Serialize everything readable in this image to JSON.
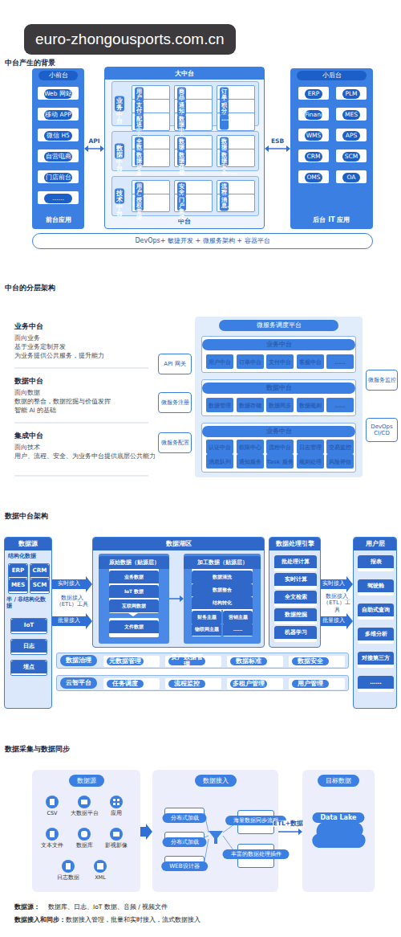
{
  "diagram": {
    "nodes": [
      {
        "text": [
          "小前台",
          "前台应用"
        ]
      },
      {
        "text": [
          "Web 网站"
        ],
        "in": 0
      },
      {
        "text": [
          "移动 APP"
        ],
        "in": 0
      },
      {
        "text": [
          "微信 H5"
        ],
        "in": 0
      },
      {
        "text": [
          "自营电商"
        ],
        "in": 0
      },
      {
        "text": [
          "门店前台"
        ],
        "in": 0
      },
      {
        "text": [
          "……"
        ],
        "in": 0
      },
      {
        "text": [
          "大中台",
          "中台"
        ]
      },
      {
        "text": [
          "业务中台"
        ],
        "in": 7
      },
      {
        "text": [
          "用户中心"
        ],
        "in": 8
      },
      {
        "text": [
          "商品中心"
        ],
        "in": 8
      },
      {
        "text": [
          "订单中心"
        ],
        "in": 8
      },
      {
        "text": [
          "支付中心"
        ],
        "in": 8
      },
      {
        "text": [
          "通知中心"
        ],
        "in": 8
      },
      {
        "text": [
          "积分中心"
        ],
        "in": 8
      },
      {
        "text": [
          "配送中心"
        ],
        "in": 8
      },
      {
        "text": [
          "数据中心"
        ],
        "in": 8
      },
      {
        "text": [
          "……"
        ],
        "in": 8
      },
      {
        "text": [
          "数据中台"
        ],
        "in": 7
      },
      {
        "text": [
          "全数据管理"
        ],
        "in": 18
      },
      {
        "text": [
          "数据分析"
        ],
        "in": 18
      },
      {
        "text": [
          "数据规划"
        ],
        "in": 18
      },
      {
        "text": [
          "数据沙盒"
        ],
        "in": 18
      },
      {
        "text": [
          "数据存储"
        ],
        "in": 18
      },
      {
        "text": [
          "数据安全……"
        ],
        "in": 18
      },
      {
        "text": [
          "技术中台"
        ],
        "in": 7
      },
      {
        "text": [
          "用户单点"
        ],
        "in": 25
      },
      {
        "text": [
          "安全认证"
        ],
        "in": 25
      },
      {
        "text": [
          "流程引擎"
        ],
        "in": 25
      },
      {
        "text": [
          "授权管理"
        ],
        "in": 25
      },
      {
        "text": [
          "门户集成"
        ],
        "in": 25
      },
      {
        "text": [
          "消息……"
        ],
        "in": 25
      },
      {
        "text": [
          "小后台",
          "后台 IT 应用"
        ]
      },
      {
        "text": [
          "ERP"
        ],
        "in": 32
      },
      {
        "text": [
          "PLM"
        ],
        "in": 32
      },
      {
        "text": [
          "Finance"
        ],
        "in": 32
      },
      {
        "text": [
          "MES"
        ],
        "in": 32
      },
      {
        "text": [
          "WMS"
        ],
        "in": 32
      },
      {
        "text": [
          "APS"
        ],
        "in": 32
      },
      {
        "text": [
          "CRM"
        ],
        "in": 32
      },
      {
        "text": [
          "SCM"
        ],
        "in": 32
      },
      {
        "text": [
          "OMS"
        ],
        "in": 32
      },
      {
        "text": [
          "OA"
        ],
        "in": 32
      },
      {
        "text": [
          "DevOps+ 敏捷开发 + 微服务架构 + 容器平台"
        ]
      },
      {
        "text": [
          "微服务调度平台"
        ]
      },
      {
        "text": [
          "API 网关"
        ]
      },
      {
        "text": [
          "微服务注册"
        ]
      },
      {
        "text": [
          "微服务配置"
        ]
      },
      {
        "text": [
          "微服务监控"
        ]
      },
      {
        "text": [
          "DevOps CI/CD"
        ]
      },
      {
        "text": [
          "业务中台"
        ],
        "in": 44
      },
      {
        "text": [
          "用户中台"
        ],
        "in": 50
      },
      {
        "text": [
          "订单中台"
        ],
        "in": 50
      },
      {
        "text": [
          "支付中台"
        ],
        "in": 50
      },
      {
        "text": [
          "客服中台"
        ],
        "in": 50
      },
      {
        "text": [
          "……"
        ],
        "in": 50
      },
      {
        "text": [
          "数据中台"
        ],
        "in": 44
      },
      {
        "text": [
          "数据管理"
        ],
        "in": 56
      },
      {
        "text": [
          "数据存储"
        ],
        "in": 56
      },
      {
        "text": [
          "数据同步"
        ],
        "in": 56
      },
      {
        "text": [
          "数据规则"
        ],
        "in": 56
      },
      {
        "text": [
          "……"
        ],
        "in": 56
      },
      {
        "text": [
          "业务中台"
        ],
        "in": 44
      },
      {
        "text": [
          "认证中台"
        ],
        "in": 62
      },
      {
        "text": [
          "权限中心"
        ],
        "in": 62
      },
      {
        "text": [
          "流程中台"
        ],
        "in": 62
      },
      {
        "text": [
          "日志管理"
        ],
        "in": 62
      },
      {
        "text": [
          "交易监控"
        ],
        "in": 62
      },
      {
        "text": [
          "消息队列"
        ],
        "in": 62
      },
      {
        "text": [
          "通知服务"
        ],
        "in": 62
      },
      {
        "text": [
          "Task 服务"
        ],
        "in": 62
      },
      {
        "text": [
          "规则处理"
        ],
        "in": 62
      },
      {
        "text": [
          "风险评估"
        ],
        "in": 62
      },
      {
        "text": [
          "数据源"
        ]
      },
      {
        "text": [
          "ERP"
        ],
        "in": 73
      },
      {
        "text": [
          "CRM"
        ],
        "in": 73
      },
      {
        "text": [
          "MES"
        ],
        "in": 73
      },
      {
        "text": [
          "SCM"
        ],
        "in": 73
      },
      {
        "text": [
          "IoT"
        ],
        "in": 73
      },
      {
        "text": [
          "日志"
        ],
        "in": 73
      },
      {
        "text": [
          "埋点"
        ],
        "in": 73
      },
      {
        "text": [
          "数据湖区"
        ]
      },
      {
        "text": [
          "原始数据（贴源层）"
        ],
        "in": 81
      },
      {
        "text": [
          "业务数据"
        ],
        "in": 82
      },
      {
        "text": [
          "IoT 数据"
        ],
        "in": 82
      },
      {
        "text": [
          "互联网数据"
        ],
        "in": 82
      },
      {
        "text": [
          "文件数据"
        ],
        "in": 82
      },
      {
        "text": [
          "加工数据（贴源层）"
        ],
        "in": 81
      },
      {
        "text": [
          "数据清洗"
        ],
        "in": 87
      },
      {
        "text": [
          "数据整合"
        ],
        "in": 87
      },
      {
        "text": [
          "结构转化"
        ],
        "in": 87
      },
      {
        "text": [
          "财务主题"
        ],
        "in": 87
      },
      {
        "text": [
          "营销主题"
        ],
        "in": 87
      },
      {
        "text": [
          "物联网主题"
        ],
        "in": 87
      },
      {
        "text": [
          "……"
        ],
        "in": 87
      },
      {
        "text": [
          "数据处理引擎"
        ]
      },
      {
        "text": [
          "批处理计算"
        ],
        "in": 95
      },
      {
        "text": [
          "实时计算"
        ],
        "in": 95
      },
      {
        "text": [
          "全文检索"
        ],
        "in": 95
      },
      {
        "text": [
          "数据挖掘"
        ],
        "in": 95
      },
      {
        "text": [
          "机器学习"
        ],
        "in": 95
      },
      {
        "text": [
          "用户层"
        ]
      },
      {
        "text": [
          "报表"
        ],
        "in": 101
      },
      {
        "text": [
          "驾驶舱"
        ],
        "in": 101
      },
      {
        "text": [
          "自助式查询"
        ],
        "in": 101
      },
      {
        "text": [
          "多维分析"
        ],
        "in": 101
      },
      {
        "text": [
          "对接第三方"
        ],
        "in": 101
      },
      {
        "text": [
          "……"
        ],
        "in": 101
      },
      {
        "text": [
          "数据治理"
        ]
      },
      {
        "text": [
          "元数据管理"
        ],
        "in": 108
      },
      {
        "text": [
          "资产数据管理"
        ],
        "in": 108
      },
      {
        "text": [
          "数据标准"
        ],
        "in": 108
      },
      {
        "text": [
          "数据安全"
        ],
        "in": 108
      },
      {
        "text": [
          "云智平台"
        ]
      },
      {
        "text": [
          "任务调度"
        ],
        "in": 113
      },
      {
        "text": [
          "流程监控"
        ],
        "in": 113
      },
      {
        "text": [
          "多租户管理"
        ],
        "in": 113
      },
      {
        "text": [
          "用户管理"
        ],
        "in": 113
      },
      {
        "text": [
          "数据源"
        ]
      },
      {
        "text": [
          "数据接入"
        ]
      },
      {
        "text": [
          "分布式加载"
        ],
        "in": 119
      },
      {
        "text": [
          "分布式加载"
        ],
        "in": 119
      },
      {
        "text": [
          "WEB设计器"
        ],
        "in": 119
      },
      {
        "text": [
          "海量数据同步流程"
        ],
        "in": 119
      },
      {
        "text": [
          "丰富的数据处理插件"
        ],
        "in": 119
      },
      {
        "text": [
          "目标数据"
        ]
      },
      {
        "text": [
          "Data Lake"
        ],
        "in": 125
      }
    ],
    "edges": [
      {
        "from": 0,
        "to": 7,
        "label": "API",
        "arrow": "both"
      },
      {
        "from": 7,
        "to": 32,
        "label": "ESB",
        "arrow": "both"
      },
      {
        "from": 73,
        "to": 81,
        "label": "实时接入",
        "arrow": "to"
      },
      {
        "from": 73,
        "to": 81,
        "label": "批量接入",
        "arrow": "to"
      },
      {
        "from": 82,
        "to": 87,
        "arrow": "to"
      },
      {
        "from": 95,
        "to": 101,
        "label": "实时接入",
        "arrow": "to"
      },
      {
        "from": 95,
        "to": 101,
        "label": "批量接入",
        "arrow": "to"
      },
      {
        "from": 118,
        "to": 119,
        "arrow": "to"
      },
      {
        "from": 119,
        "to": 125,
        "label": "ETL+数据",
        "arrow": "to"
      }
    ],
    "labels": [
      "euro-zhongousports.com.cn",
      "中台产生的背景",
      "中台的分层架构",
      "业务中台",
      "面向业务",
      "基于业务定制开发",
      "为业务提供公共服务，提升能力",
      "数据中台",
      "面向数据",
      "数据的整合，数据挖掘与价值发挥",
      "智能 AI 的基础",
      "集成中台",
      "面向技术",
      "用户、流程、安全、为业务中台提供底层公共能力",
      "数据中台架构",
      "结构化数据",
      "半 / 非结构化数据",
      "数据接入（ETL）工具",
      "数据接入（ETL）工具",
      "数据采集与数据同步",
      "CSV",
      "大数据平台",
      "应用",
      "文本文件",
      "数据库",
      "影视影像",
      "日志数据",
      "XML",
      "数据源：",
      "数据库、日志、IoT 数据、音频 / 视频文件",
      "数据接入和同步：",
      "数据接入管理，批量和实时接入，流式数据接入"
    ]
  }
}
